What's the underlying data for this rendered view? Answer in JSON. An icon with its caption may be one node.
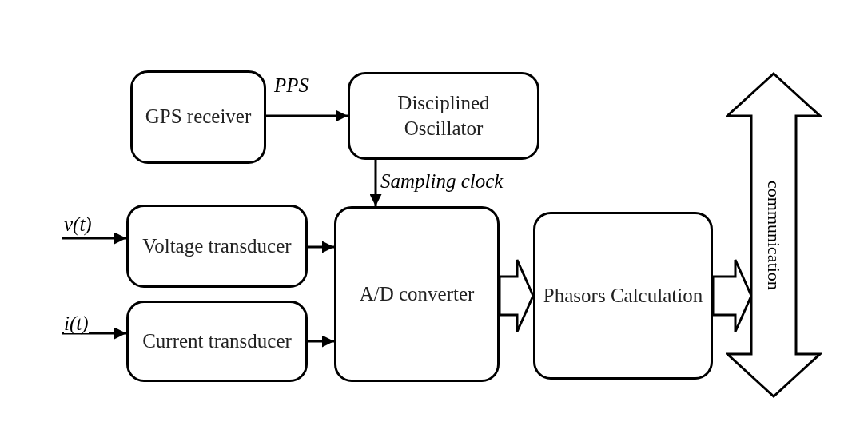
{
  "diagram": {
    "nodes": [
      {
        "text": [
          "GPS receiver"
        ]
      },
      {
        "text": [
          "Disciplined Oscillator"
        ]
      },
      {
        "text": [
          "Voltage transducer"
        ]
      },
      {
        "text": [
          "Current transducer"
        ]
      },
      {
        "text": [
          "A/D converter"
        ]
      },
      {
        "text": [
          "Phasors Calculation"
        ]
      },
      {
        "text": [
          "communication"
        ]
      }
    ],
    "edges": [
      {
        "from": 0,
        "to": 1,
        "arrow": "to",
        "label": "PPS"
      },
      {
        "from": 1,
        "to": 4,
        "arrow": "to",
        "label": "Sampling clock"
      },
      {
        "from": null,
        "to": 2,
        "arrow": "to",
        "label": "v(t)"
      },
      {
        "from": null,
        "to": 3,
        "arrow": "to",
        "label": "i(t)"
      },
      {
        "from": 2,
        "to": 4,
        "arrow": "to"
      },
      {
        "from": 3,
        "to": 4,
        "arrow": "to"
      },
      {
        "from": 4,
        "to": 5,
        "arrow": "to",
        "style": "thick"
      },
      {
        "from": 5,
        "to": 6,
        "arrow": "to",
        "style": "thick"
      }
    ]
  }
}
